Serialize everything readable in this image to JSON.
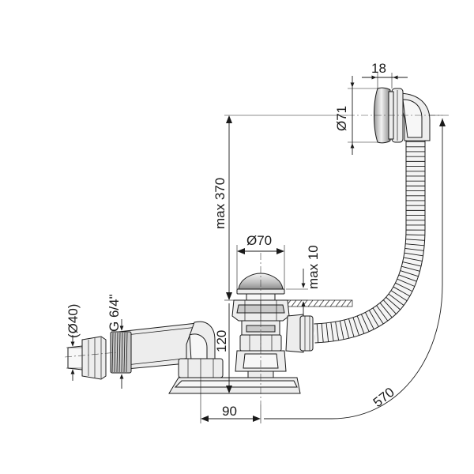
{
  "dimensions": {
    "overflow_length": "18",
    "overflow_diameter": "Ø71",
    "max_height": "max 370",
    "plug_diameter": "Ø70",
    "plug_stroke": "max 10",
    "outlet_diameter": "(Ø40)",
    "thread": "G 6/4\"",
    "waste_height": "120",
    "horizontal_offset": "90",
    "hose_length": "570"
  }
}
